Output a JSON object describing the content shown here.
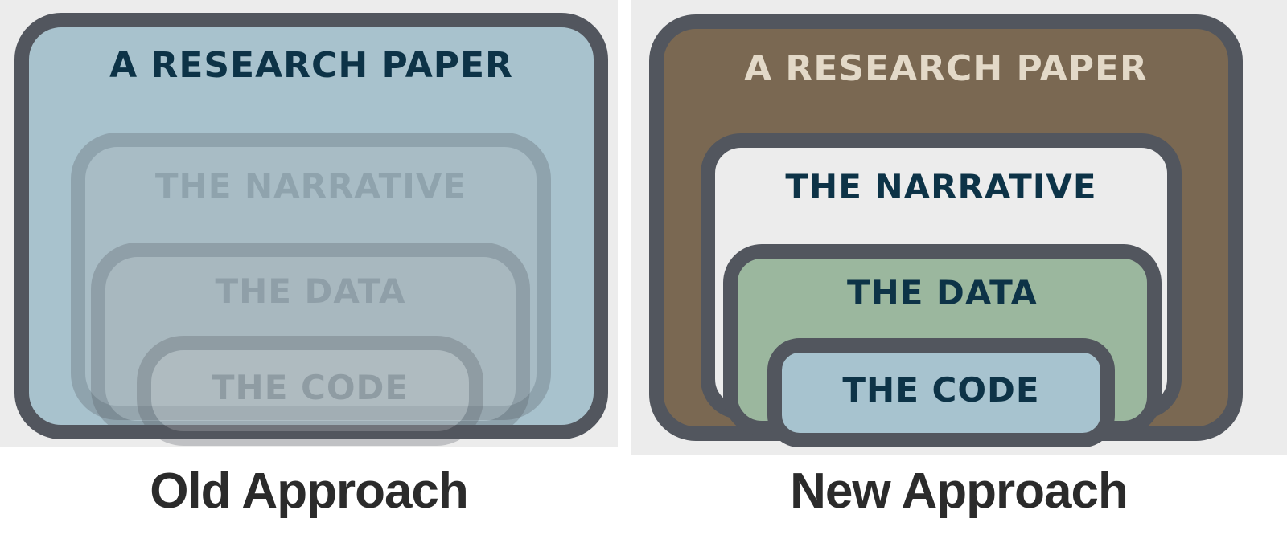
{
  "diagram": {
    "colors": {
      "border": "#52565e",
      "text_dark": "#0d3347",
      "text_light": "#e3d9c8",
      "old_fill": "#a8c2cd",
      "new_paper_fill": "#7a6852",
      "new_narrative_fill": "#ececec",
      "new_data_fill": "#9bb79e",
      "new_code_fill": "#a7c3cf",
      "caption": "#2b2b2b"
    },
    "old": {
      "caption": "Old Approach",
      "paper": "A RESEARCH PAPER",
      "narrative": "THE NARRATIVE",
      "data": "THE DATA",
      "code": "THE CODE"
    },
    "new": {
      "caption": "New Approach",
      "paper": "A RESEARCH PAPER",
      "narrative": "THE NARRATIVE",
      "data": "THE DATA",
      "code": "THE CODE"
    }
  }
}
